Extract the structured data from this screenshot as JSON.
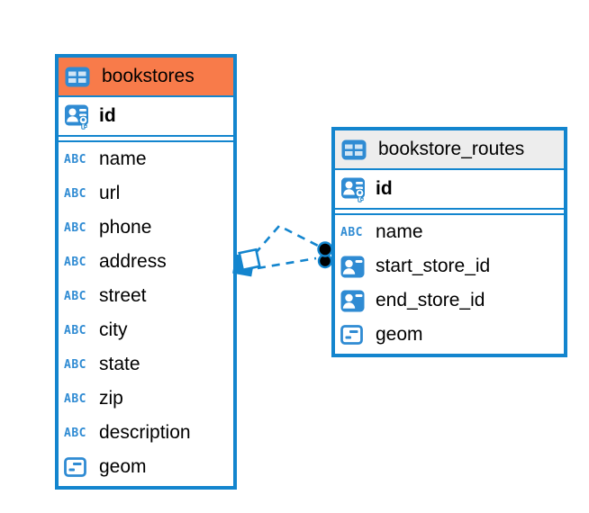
{
  "diagram": {
    "type": "entity-relationship",
    "tables": [
      {
        "name": "bookstores",
        "header_color": "#F87B4A",
        "columns": [
          {
            "name": "id",
            "icon": "primary-key-icon",
            "primary_key": true
          },
          {
            "name": "name",
            "icon": "text-icon"
          },
          {
            "name": "url",
            "icon": "text-icon"
          },
          {
            "name": "phone",
            "icon": "text-icon"
          },
          {
            "name": "address",
            "icon": "text-icon"
          },
          {
            "name": "street",
            "icon": "text-icon"
          },
          {
            "name": "city",
            "icon": "text-icon"
          },
          {
            "name": "state",
            "icon": "text-icon"
          },
          {
            "name": "zip",
            "icon": "text-icon"
          },
          {
            "name": "description",
            "icon": "text-icon"
          },
          {
            "name": "geom",
            "icon": "geometry-icon"
          }
        ]
      },
      {
        "name": "bookstore_routes",
        "header_color": "#EDEDED",
        "columns": [
          {
            "name": "id",
            "icon": "primary-key-icon",
            "primary_key": true
          },
          {
            "name": "name",
            "icon": "text-icon"
          },
          {
            "name": "start_store_id",
            "icon": "foreign-key-icon"
          },
          {
            "name": "end_store_id",
            "icon": "foreign-key-icon"
          },
          {
            "name": "geom",
            "icon": "geometry-icon"
          }
        ]
      }
    ],
    "relationships": [
      {
        "from_table": "bookstores",
        "to_table": "bookstore_routes",
        "line_style": "dashed",
        "from_marker": "diamond",
        "to_marker": "dot"
      },
      {
        "from_table": "bookstores",
        "to_table": "bookstore_routes",
        "line_style": "dashed",
        "from_marker": "diamond",
        "to_marker": "dot"
      }
    ],
    "colors": {
      "accent_blue": "#1385CE",
      "icon_blue": "#2F8BD3",
      "header_orange": "#F87B4A",
      "header_gray": "#EDEDED",
      "text": "#000000",
      "background": "#FFFFFF"
    },
    "icon_glyphs": {
      "text_icon": "ABC"
    }
  }
}
